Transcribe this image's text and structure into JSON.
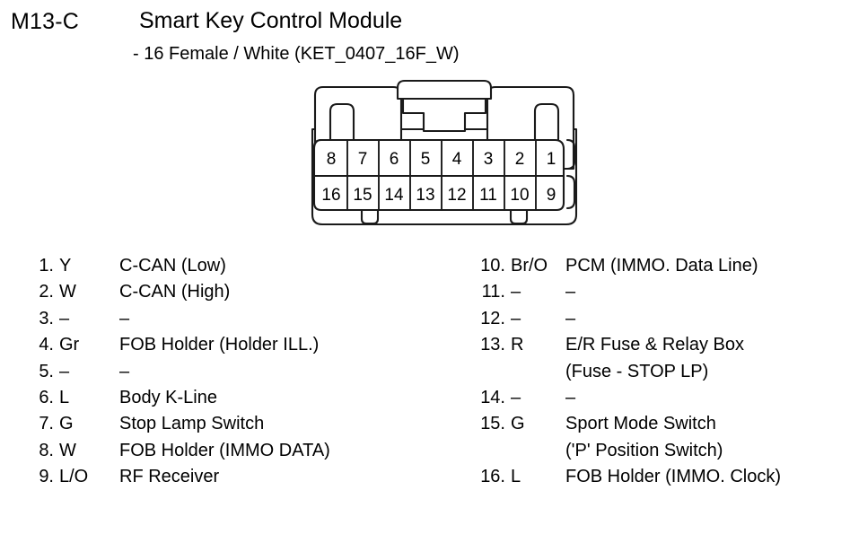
{
  "header": {
    "code": "M13-C",
    "title": "Smart Key Control Module",
    "subtitle": "- 16 Female / White (KET_0407_16F_W)"
  },
  "connector": {
    "type": "16-pin-female-connector",
    "rows": [
      {
        "name": "top-row",
        "pins": [
          "8",
          "7",
          "6",
          "5",
          "4",
          "3",
          "2",
          "1"
        ]
      },
      {
        "name": "bottom-row",
        "pins": [
          "16",
          "15",
          "14",
          "13",
          "12",
          "11",
          "10",
          "9"
        ]
      }
    ],
    "stroke_color": "#000000",
    "fill_color": "#ffffff"
  },
  "pinout": {
    "left_column": [
      {
        "number": "1.",
        "wire": "Y",
        "desc": "C-CAN (Low)",
        "desc2": ""
      },
      {
        "number": "2.",
        "wire": "W",
        "desc": "C-CAN (High)",
        "desc2": ""
      },
      {
        "number": "3.",
        "wire": "–",
        "desc": "–",
        "desc2": ""
      },
      {
        "number": "4.",
        "wire": "Gr",
        "desc": "FOB Holder (Holder ILL.)",
        "desc2": ""
      },
      {
        "number": "5.",
        "wire": "–",
        "desc": "–",
        "desc2": ""
      },
      {
        "number": "6.",
        "wire": "L",
        "desc": "Body K-Line",
        "desc2": ""
      },
      {
        "number": "7.",
        "wire": "G",
        "desc": "Stop Lamp Switch",
        "desc2": ""
      },
      {
        "number": "8.",
        "wire": "W",
        "desc": "FOB Holder (IMMO DATA)",
        "desc2": ""
      },
      {
        "number": "9.",
        "wire": "L/O",
        "desc": "RF Receiver",
        "desc2": ""
      }
    ],
    "right_column": [
      {
        "number": "10.",
        "wire": "Br/O",
        "desc": "PCM (IMMO. Data Line)",
        "desc2": ""
      },
      {
        "number": "11.",
        "wire": "–",
        "desc": "–",
        "desc2": ""
      },
      {
        "number": "12.",
        "wire": "–",
        "desc": "–",
        "desc2": ""
      },
      {
        "number": "13.",
        "wire": "R",
        "desc": "E/R Fuse & Relay Box",
        "desc2": "(Fuse - STOP LP)"
      },
      {
        "number": "14.",
        "wire": "–",
        "desc": "–",
        "desc2": ""
      },
      {
        "number": "15.",
        "wire": "G",
        "desc": "Sport Mode Switch",
        "desc2": "('P' Position Switch)"
      },
      {
        "number": "16.",
        "wire": "L",
        "desc": "FOB Holder (IMMO. Clock)",
        "desc2": ""
      }
    ]
  }
}
